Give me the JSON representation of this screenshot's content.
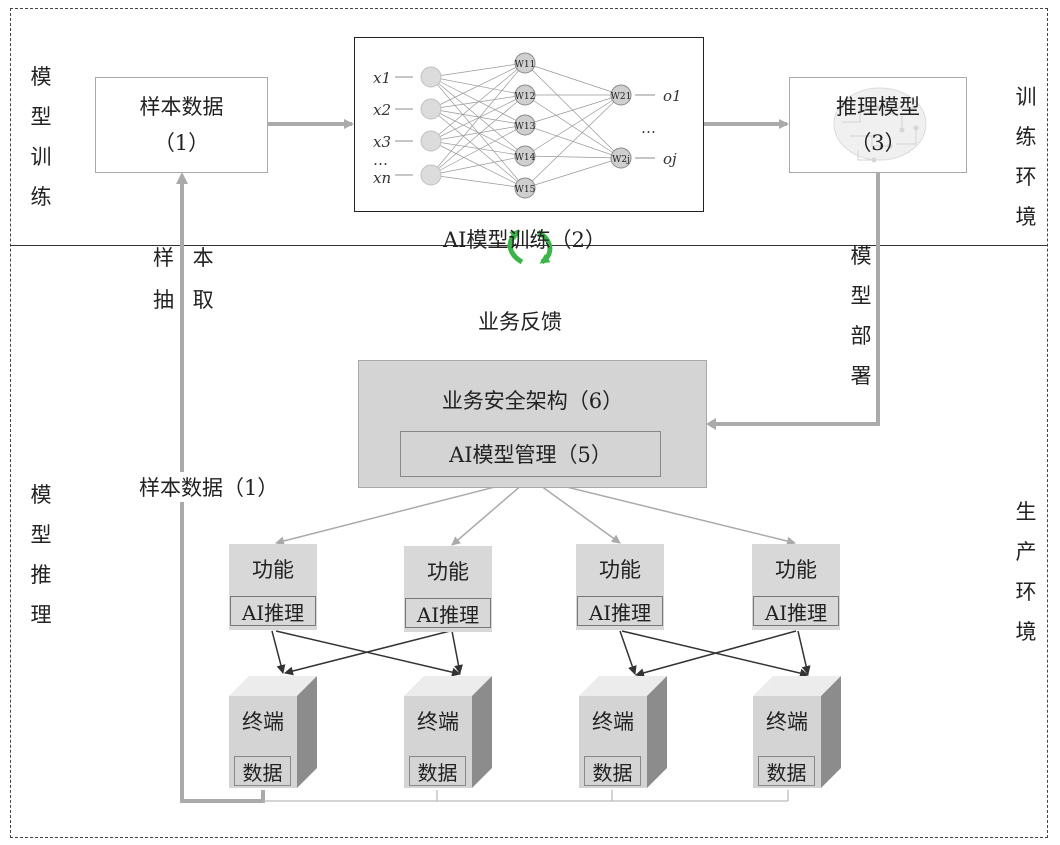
{
  "regions": {
    "top_left": "模型训练",
    "top_right": "训练环境",
    "bottom_left": "模型推理",
    "bottom_right": "生产环境"
  },
  "sample_box": {
    "line1": "样本数据",
    "line2": "（1）"
  },
  "nn_box": {
    "inputs": [
      "x1",
      "x2",
      "x3",
      "…",
      "xn"
    ],
    "hidden1": [
      "W11",
      "W12",
      "W13",
      "W14",
      "W15"
    ],
    "hidden2": [
      "W21",
      "W2j"
    ],
    "outputs": [
      "o1",
      "…",
      "oj"
    ]
  },
  "training_caption": "AI模型训练（2）",
  "model_box": {
    "line1": "推理模型",
    "line2": "（3）"
  },
  "sample_extract": {
    "row1": "样 本",
    "row2": "抽 取"
  },
  "feedback_label": "业务反馈",
  "deploy_label": "模型部署",
  "arch_box": {
    "title": "业务安全架构（6）",
    "mgmt": "AI模型管理（5）"
  },
  "sample_data_label": "样本数据（1）",
  "functions": [
    {
      "title": "功能",
      "inner": "AI推理"
    },
    {
      "title": "功能",
      "inner": "AI推理"
    },
    {
      "title": "功能",
      "inner": "AI推理"
    },
    {
      "title": "功能",
      "inner": "AI推理"
    }
  ],
  "terminals": [
    {
      "title": "终端",
      "inner": "数据"
    },
    {
      "title": "终端",
      "inner": "数据"
    },
    {
      "title": "终端",
      "inner": "数据"
    },
    {
      "title": "终端",
      "inner": "数据"
    }
  ],
  "colors": {
    "arrow": "#aaaaaa",
    "feedback": "#3bb54a",
    "block": "#d4d4d4"
  }
}
